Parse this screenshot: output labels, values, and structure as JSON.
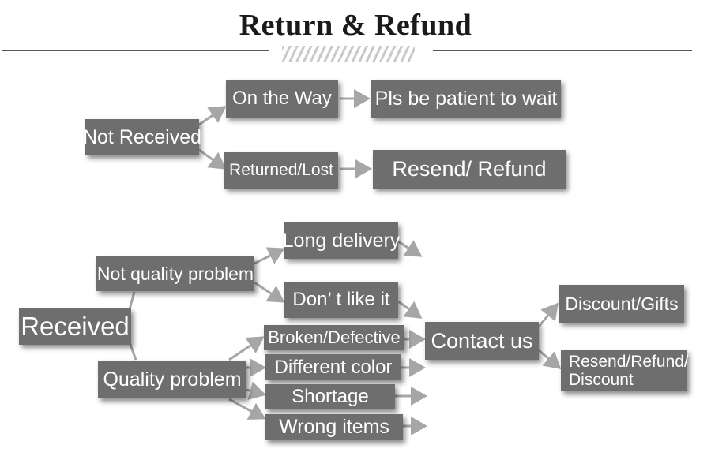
{
  "title": "Return & Refund",
  "nodes": {
    "not_received": "Not Received",
    "on_the_way": "On the Way",
    "pls_wait": "Pls be patient to wait",
    "returned_lost": "Returned/Lost",
    "resend_refund": "Resend/ Refund",
    "not_quality_problem": "Not quality problem",
    "long_delivery": "Long delivery",
    "dont_like_it": "Don’ t like it",
    "received": "Received",
    "broken_defective": "Broken/Defective",
    "different_color": "Different color",
    "shortage": "Shortage",
    "wrong_items": "Wrong items",
    "quality_problem": "Quality problem",
    "contact_us": "Contact us",
    "discount_gifts": "Discount/Gifts",
    "resend_refund_discount_line1": "Resend/Refund/",
    "resend_refund_discount_line2": "Discount"
  },
  "colors": {
    "box_fill": "#6e6e6e",
    "box_text": "#ffffff",
    "connector": "#a6a6a6",
    "title": "#1a1a1a"
  }
}
